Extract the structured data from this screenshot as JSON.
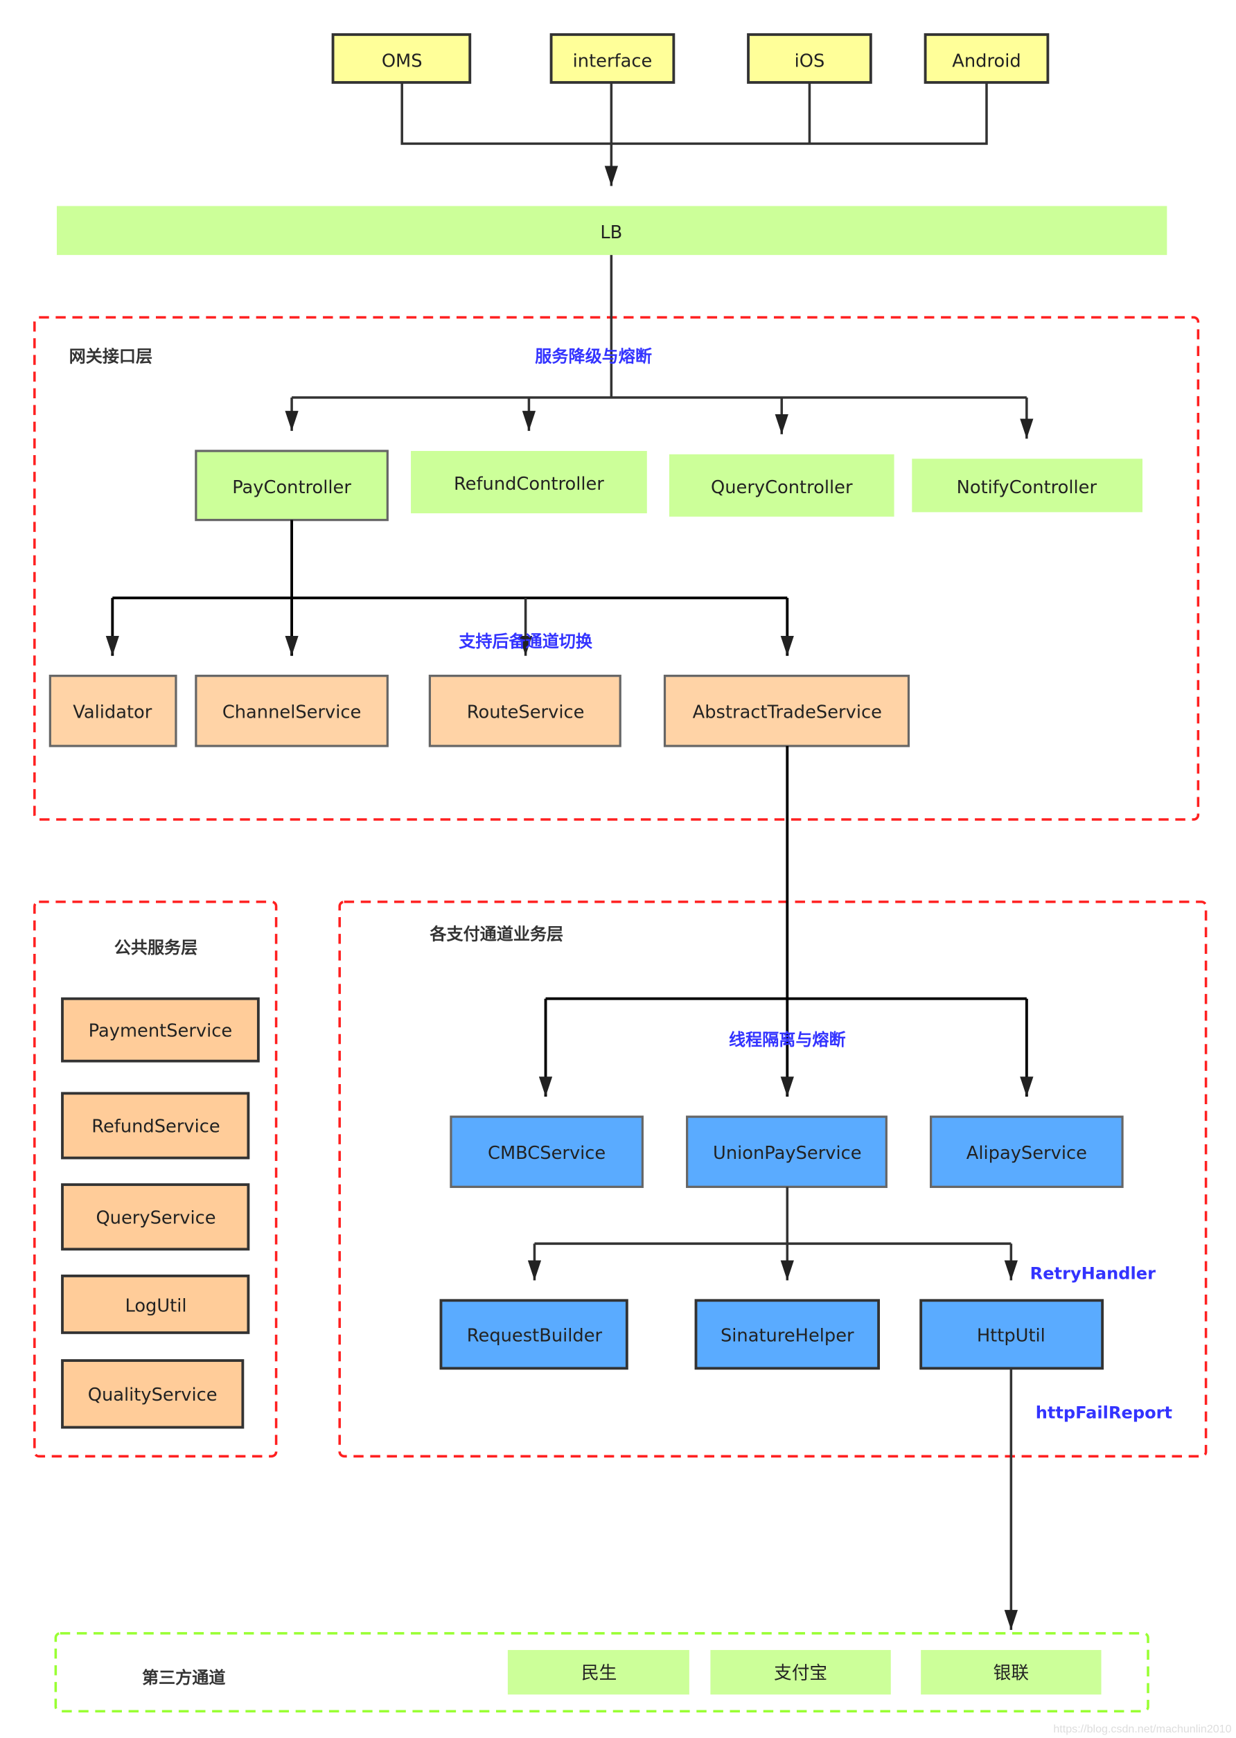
{
  "clients": [
    "OMS",
    "interface",
    "iOS",
    "Android"
  ],
  "lb": "LB",
  "gateway": {
    "title": "网关接口层",
    "annotation": "服务降级与熔断",
    "controllers": [
      "PayController",
      "RefundController",
      "QueryController",
      "NotifyController"
    ],
    "annotation2": "支持后备通道切换",
    "services": [
      "Validator",
      "ChannelService",
      "RouteService",
      "AbstractTradeService"
    ]
  },
  "public_layer": {
    "title": "公共服务层",
    "services": [
      "PaymentService",
      "RefundService",
      "QueryService",
      "LogUtil",
      "QualityService"
    ]
  },
  "channel_layer": {
    "title": "各支付通道业务层",
    "annotation": "线程隔离与熔断",
    "services": [
      "CMBCService",
      "UnionPayService",
      "AlipayService"
    ],
    "helpers": [
      "RequestBuilder",
      "SinatureHelper",
      "HttpUtil"
    ],
    "retry": "RetryHandler",
    "fail_report": "httpFailReport"
  },
  "third_party": {
    "title": "第三方通道",
    "channels": [
      "民生",
      "支付宝",
      "银联"
    ]
  },
  "watermark": "https://blog.csdn.net/machunlin2010",
  "colors": {
    "client": "#ffff99",
    "green": "#ccff99",
    "orange": "#ffd3a6",
    "blue": "#5aabff",
    "annotation": "#3333ff",
    "dash_red": "#ff2020",
    "dash_green": "#99ff33"
  }
}
